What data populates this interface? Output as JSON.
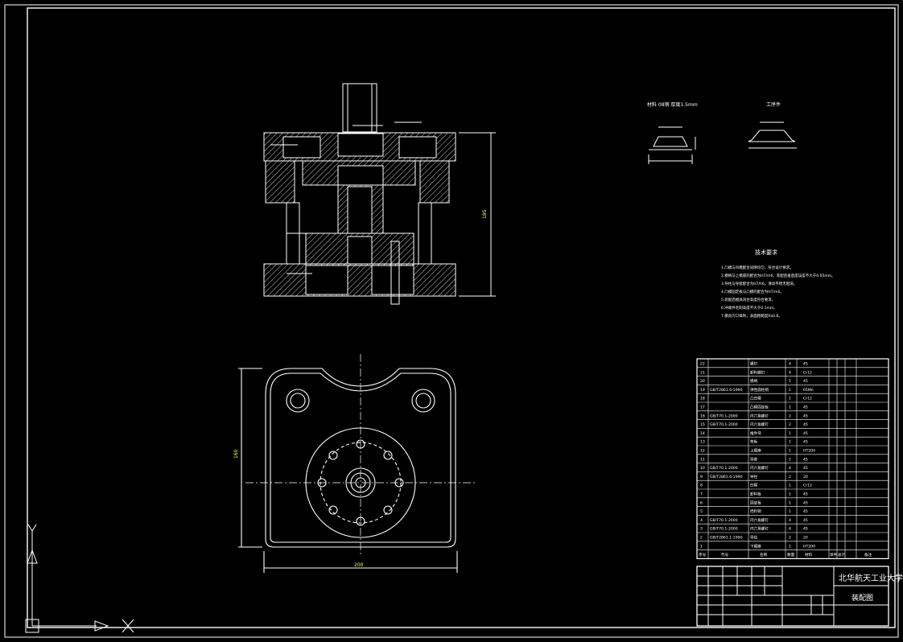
{
  "drawing": {
    "university": "北华航天工业大学",
    "title": "装配图"
  },
  "parts": [
    {
      "no": "22",
      "name": "螺钉",
      "qty": "4",
      "material": "45"
    },
    {
      "no": "21",
      "name": "卸料螺钉",
      "qty": "4",
      "material": "Cr12"
    },
    {
      "no": "20",
      "name": "模柄",
      "qty": "1",
      "material": "45"
    },
    {
      "no": "19",
      "code": "GB/T2861.6-1990",
      "name": "弹性圆柱销",
      "qty": "1",
      "material": "65Mn"
    },
    {
      "no": "18",
      "name": "凸凹模",
      "qty": "1",
      "material": "Cr12"
    },
    {
      "no": "17",
      "name": "凸模固定板",
      "qty": "1",
      "material": "45"
    },
    {
      "no": "16",
      "code": "GB/T70.1-2000",
      "name": "内六角螺钉",
      "qty": "2",
      "material": "45"
    },
    {
      "no": "15",
      "code": "GB/T70.1-2000",
      "name": "内六角螺钉",
      "qty": "2",
      "material": "45"
    },
    {
      "no": "14",
      "name": "推件块",
      "qty": "1",
      "material": "45"
    },
    {
      "no": "13",
      "name": "垫板",
      "qty": "1",
      "material": "45"
    },
    {
      "no": "12",
      "name": "上模座",
      "qty": "1",
      "material": "HT200"
    },
    {
      "no": "11",
      "name": "导套",
      "qty": "2",
      "material": "45"
    },
    {
      "no": "10",
      "code": "GB/T70.1-2000",
      "name": "内六角螺钉",
      "qty": "4",
      "material": "45"
    },
    {
      "no": "9",
      "code": "GB/T2861.6-1990",
      "name": "导柱",
      "qty": "2",
      "material": "20"
    },
    {
      "no": "8",
      "name": "凹模",
      "qty": "1",
      "material": "Cr12"
    },
    {
      "no": "7",
      "name": "卸料板",
      "qty": "1",
      "material": "45"
    },
    {
      "no": "6",
      "name": "固定板",
      "qty": "1",
      "material": "45"
    },
    {
      "no": "5",
      "name": "挡料销",
      "qty": "1",
      "material": "45"
    },
    {
      "no": "4",
      "code": "GB/T70.1-2000",
      "name": "内六角螺钉",
      "qty": "4",
      "material": "45"
    },
    {
      "no": "3",
      "code": "GB/T70.1-2000",
      "name": "内六角螺钉",
      "qty": "4",
      "material": "45"
    },
    {
      "no": "2",
      "code": "GB/T2861.1-1990",
      "name": "导柱",
      "qty": "2",
      "material": "20"
    },
    {
      "no": "1",
      "name": "下模座",
      "qty": "1",
      "material": "HT200"
    }
  ],
  "table_header": {
    "no": "序号",
    "code": "代号",
    "name": "名称",
    "qty": "数量",
    "material": "材料",
    "weight": "单件",
    "total": "总计",
    "note": "备注"
  },
  "tech_req": {
    "title": "技术要求",
    "items": [
      "1.凸模与凹模配合间隙均匀，符合设计要求。",
      "2.模柄与上模座的配合为H7/m6，装配后垂直度误差不大于0.05mm。",
      "3.导柱与导套配合为H7/h6，滑动平稳无阻滞。",
      "4.凸模固定板与凸模的配合为H7/m6。",
      "5.装配后模具闭合高度符合要求。",
      "6.冲裁件毛刺高度不大于0.1mm。",
      "7.模具刃口锋利，表面粗糙度Ra0.8。"
    ]
  },
  "parts_views": {
    "label_1": "材料 08钢 厚度1.5mm",
    "label_2": "工序件"
  }
}
